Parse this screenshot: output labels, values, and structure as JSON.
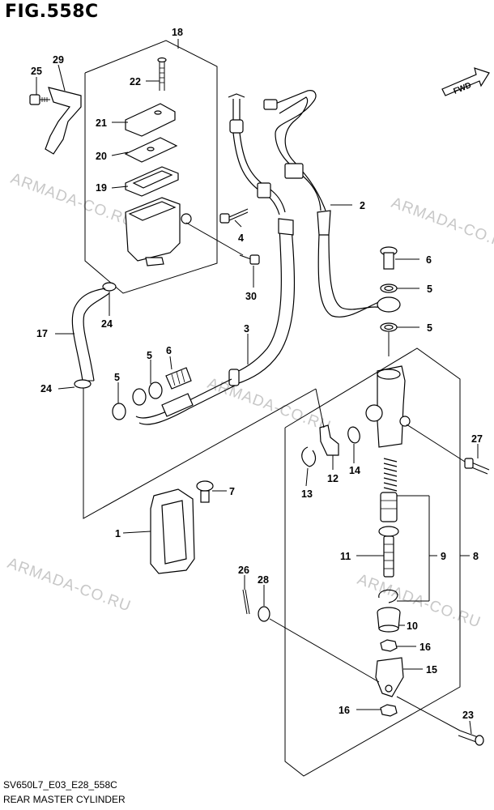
{
  "figure": {
    "title": "FIG.558C",
    "code": "SV650L7_E03_E28_558C",
    "name": "REAR MASTER CYLINDER"
  },
  "direction_badge": "FWD",
  "watermark": "ARMADA-CO.RU",
  "callouts": {
    "c1": "1",
    "c2": "2",
    "c3": "3",
    "c4": "4",
    "c5a": "5",
    "c5b": "5",
    "c5c": "5",
    "c5d": "5",
    "c6a": "6",
    "c6b": "6",
    "c7": "7",
    "c8": "8",
    "c9": "9",
    "c10": "10",
    "c11": "11",
    "c12": "12",
    "c13": "13",
    "c14": "14",
    "c15": "15",
    "c16a": "16",
    "c16b": "16",
    "c17": "17",
    "c18": "18",
    "c19": "19",
    "c20": "20",
    "c21": "21",
    "c22": "22",
    "c23": "23",
    "c24a": "24",
    "c24b": "24",
    "c25": "25",
    "c26": "26",
    "c27": "27",
    "c28": "28",
    "c29": "29",
    "c30": "30"
  }
}
